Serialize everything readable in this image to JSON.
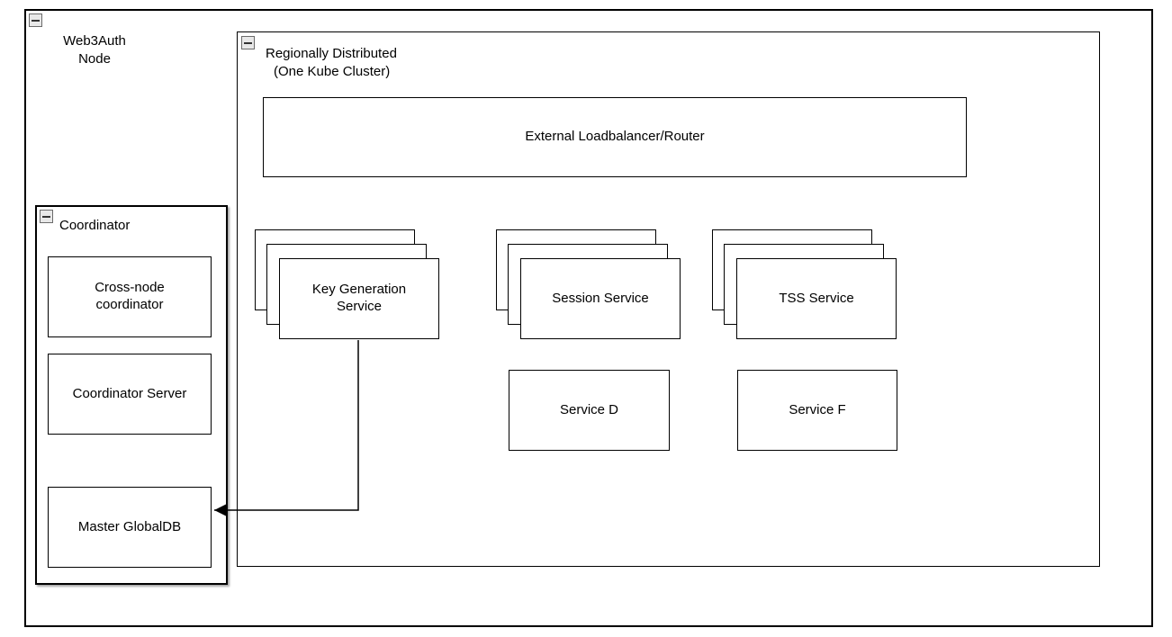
{
  "colors": {
    "stroke": "#000000",
    "fill": "#ffffff",
    "collapse_icon_bg": "#e8e8e8",
    "collapse_icon_border": "#6b6b6b"
  },
  "icons": {
    "collapse": "minus-square"
  },
  "outer_container": {
    "title_line1": "Web3Auth",
    "title_line2": "Node"
  },
  "cluster_container": {
    "title_line1": "Regionally Distributed",
    "title_line2": "(One Kube Cluster)"
  },
  "loadbalancer": {
    "label": "External Loadbalancer/Router"
  },
  "stacks": [
    {
      "label": "Key Generation Service"
    },
    {
      "label": "Session Service"
    },
    {
      "label": "TSS Service"
    }
  ],
  "services": [
    {
      "label": "Service D"
    },
    {
      "label": "Service F"
    }
  ],
  "coordinator": {
    "title": "Coordinator",
    "boxes": [
      {
        "label": "Cross-node coordinator"
      },
      {
        "label": "Coordinator Server"
      },
      {
        "label": "Master GlobalDB"
      }
    ]
  },
  "connections": [
    {
      "from": "Key Generation Service",
      "to": "Master GlobalDB",
      "arrow": "block-filled"
    }
  ]
}
